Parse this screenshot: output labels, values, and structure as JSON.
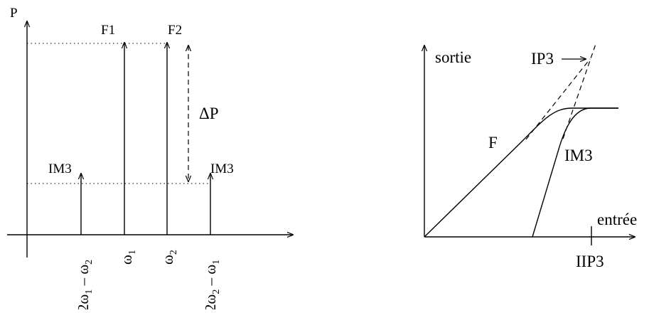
{
  "spectrum": {
    "axis_label": "P",
    "tone1_label": "F1",
    "tone2_label": "F2",
    "im3_left_label": "IM3",
    "im3_right_label": "IM3",
    "delta_label": "ΔP",
    "tick_im3_left": {
      "coef": "2",
      "a": "ω",
      "a_sub": "1",
      "op": " – ",
      "b": "ω",
      "b_sub": "2"
    },
    "tick_tone1": {
      "a": "ω",
      "a_sub": "1"
    },
    "tick_tone2": {
      "a": "ω",
      "a_sub": "2"
    },
    "tick_im3_right": {
      "coef": "2",
      "a": "ω",
      "a_sub": "2",
      "op": " – ",
      "b": "ω",
      "b_sub": "1"
    }
  },
  "transfer": {
    "y_label": "sortie",
    "x_label": "entrée",
    "ip3_label": "IP3",
    "iip3_label": "IIP3",
    "fundamental_label": "F",
    "im3_label": "IM3"
  }
}
